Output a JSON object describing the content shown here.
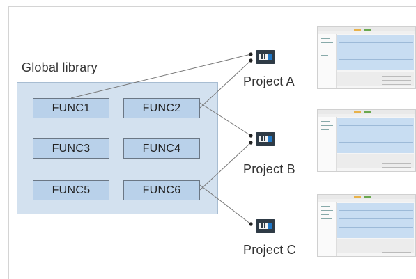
{
  "library": {
    "title": "Global library",
    "functions": [
      "FUNC1",
      "FUNC2",
      "FUNC3",
      "FUNC4",
      "FUNC5",
      "FUNC6"
    ]
  },
  "projects": [
    {
      "label": "Project A"
    },
    {
      "label": "Project B"
    },
    {
      "label": "Project C"
    }
  ],
  "colors": {
    "library_fill": "#d3e1ef",
    "func_fill": "#b9d1ea",
    "func_border": "#6b7785",
    "connector": "#777777",
    "plc_blue": "#1f77c7"
  },
  "icons": {
    "plc": "plc-device-icon",
    "screenshot": "software-screenshot-thumbnail"
  }
}
